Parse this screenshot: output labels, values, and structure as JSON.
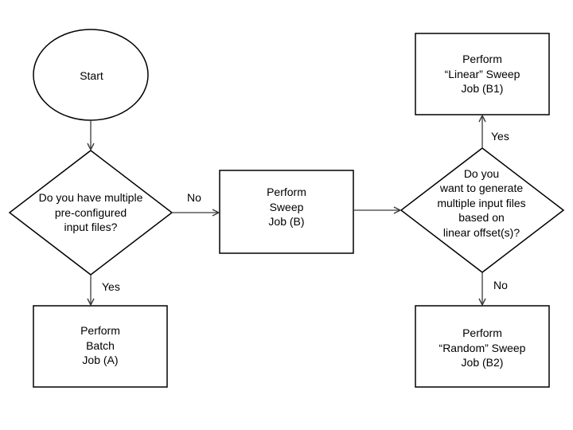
{
  "nodes": {
    "start": {
      "shape": "ellipse",
      "text": "Start"
    },
    "q1": {
      "shape": "diamond",
      "text": "Do you have multiple\npre-configured\ninput files?"
    },
    "batch": {
      "shape": "rectangle",
      "text": "Perform\nBatch\nJob (A)"
    },
    "sweep": {
      "shape": "rectangle",
      "text": "Perform\nSweep\nJob (B)"
    },
    "q2": {
      "shape": "diamond",
      "text": "Do you\nwant to generate\nmultiple input files\nbased on\nlinear offset(s)?"
    },
    "linear": {
      "shape": "rectangle",
      "text": "Perform\n“Linear” Sweep\nJob (B1)"
    },
    "random": {
      "shape": "rectangle",
      "text": "Perform\n“Random” Sweep\nJob (B2)"
    }
  },
  "edges": {
    "start_to_q1": {
      "from": "start",
      "to": "q1",
      "label": ""
    },
    "q1_no": {
      "from": "q1",
      "to": "sweep",
      "label": "No"
    },
    "q1_yes": {
      "from": "q1",
      "to": "batch",
      "label": "Yes"
    },
    "sweep_to_q2": {
      "from": "sweep",
      "to": "q2",
      "label": ""
    },
    "q2_yes": {
      "from": "q2",
      "to": "linear",
      "label": "Yes"
    },
    "q2_no": {
      "from": "q2",
      "to": "random",
      "label": "No"
    }
  },
  "colors": {
    "stroke": "#000000",
    "edge": "#3a3a3a",
    "fill": "#ffffff",
    "text": "#000000"
  }
}
